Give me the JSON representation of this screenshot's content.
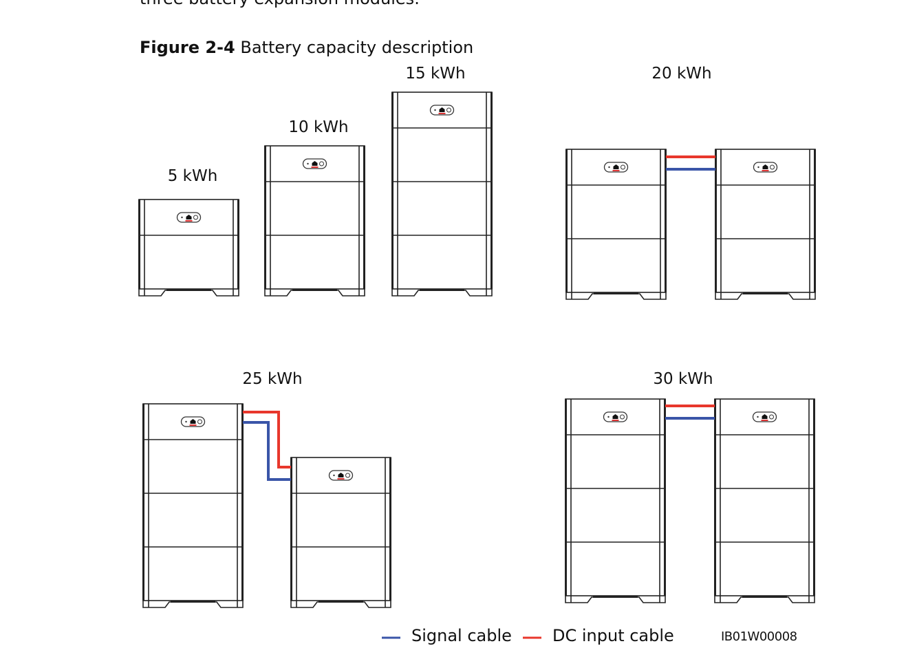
{
  "intro_text": "three battery expansion modules.",
  "figure": {
    "number": "Figure 2-4",
    "title": "Battery capacity description"
  },
  "configurations": [
    {
      "label": "5 kWh",
      "stacks": [
        1
      ]
    },
    {
      "label": "10 kWh",
      "stacks": [
        2
      ]
    },
    {
      "label": "15 kWh",
      "stacks": [
        3
      ]
    },
    {
      "label": "20 kWh",
      "stacks": [
        2,
        2
      ]
    },
    {
      "label": "25 kWh",
      "stacks": [
        3,
        2
      ]
    },
    {
      "label": "30 kWh",
      "stacks": [
        3,
        3
      ]
    }
  ],
  "legend": {
    "signal": {
      "label": "Signal cable",
      "color": "#3a55a8"
    },
    "dc": {
      "label": "DC input cable",
      "color": "#e8372c"
    }
  },
  "figure_code": "IB01W00008"
}
